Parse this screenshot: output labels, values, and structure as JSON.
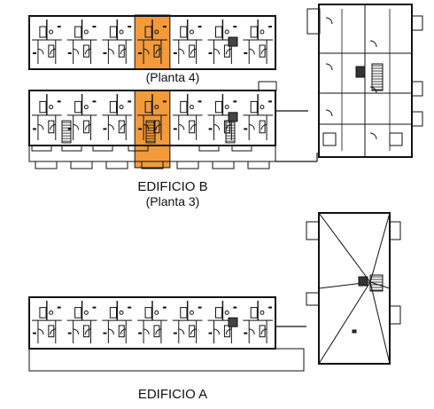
{
  "labels": {
    "upper_floor": "(Planta 4)",
    "building_b": "EDIFICIO B",
    "lower_floor": "(Planta 3)",
    "building_a": "EDIFICIO A"
  },
  "colors": {
    "line": "#111111",
    "highlight": "#f39a3a",
    "background": "#ffffff"
  }
}
